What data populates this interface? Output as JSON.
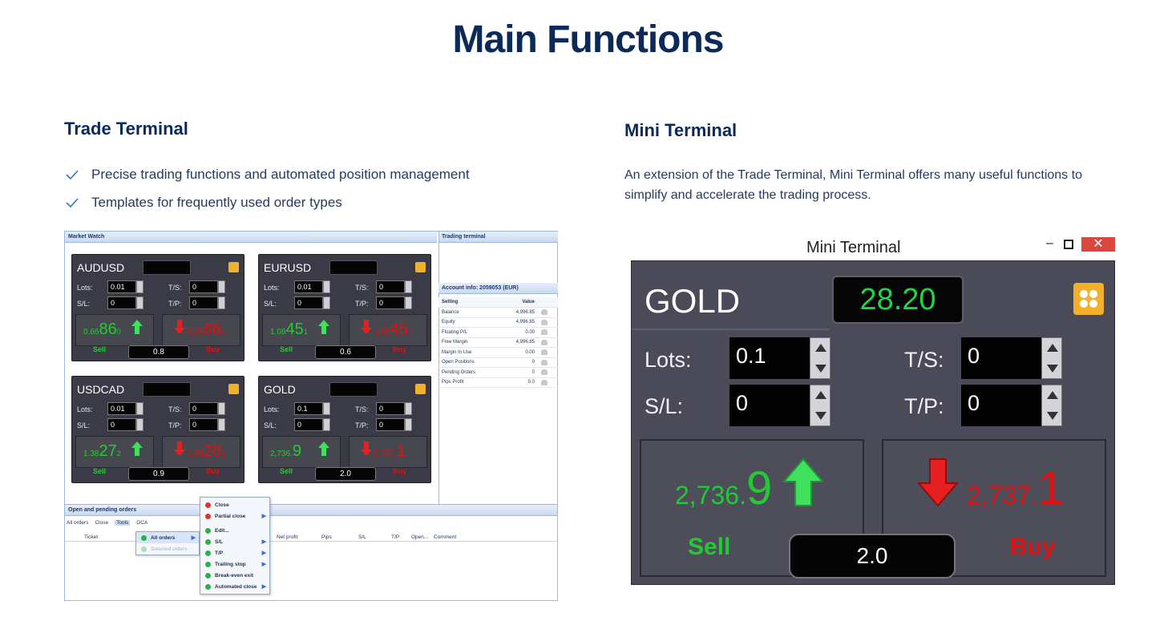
{
  "page": {
    "title": "Main Functions"
  },
  "trade_terminal": {
    "heading": "Trade Terminal",
    "features": [
      "Precise trading functions and automated position management",
      "Templates  for frequently used order types"
    ],
    "screenshot": {
      "market_watch_title": "Market Watch",
      "trading_terminal_title": "Trading terminal",
      "account_info_title": "Account info: 2059053 (EUR)",
      "account_headers": {
        "setting": "Setting",
        "value": "Value"
      },
      "account_rows": [
        {
          "k": "Balance",
          "v": "4,996.85"
        },
        {
          "k": "Equity",
          "v": "4,996.85"
        },
        {
          "k": "Floating P/L",
          "v": "0.00"
        },
        {
          "k": "Free Margin",
          "v": "4,996.85"
        },
        {
          "k": "Margin In Use",
          "v": "0.00"
        },
        {
          "k": "Open Positions",
          "v": "0"
        },
        {
          "k": "Pending Orders",
          "v": "0"
        },
        {
          "k": "Pips Profit",
          "v": "0.0"
        }
      ],
      "labels": {
        "lots": "Lots:",
        "sl": "S/L:",
        "ts": "T/S:",
        "tp": "T/P:",
        "sell": "Sell",
        "buy": "Buy"
      },
      "tiles": [
        {
          "symbol": "AUDUSD",
          "lots": "0.01",
          "sl": "0",
          "ts": "0",
          "tp": "0",
          "qty": "0.8",
          "sell_pre": "0.66",
          "sell_big": "86",
          "sell_post": "0",
          "buy_pre": "0.66",
          "buy_big": "86",
          "buy_post": "8"
        },
        {
          "symbol": "EURUSD",
          "lots": "0.01",
          "sl": "0",
          "ts": "0",
          "tp": "0",
          "qty": "0.6",
          "sell_pre": "1.08",
          "sell_big": "45",
          "sell_post": "1",
          "buy_pre": "1.08",
          "buy_big": "45",
          "buy_post": "7"
        },
        {
          "symbol": "USDCAD",
          "lots": "0.01",
          "sl": "0",
          "ts": "0",
          "tp": "0",
          "qty": "0.9",
          "sell_pre": "1.38",
          "sell_big": "27",
          "sell_post": "2",
          "buy_pre": "1.38",
          "buy_big": "28",
          "buy_post": "1"
        },
        {
          "symbol": "GOLD",
          "lots": "0.1",
          "sl": "0",
          "ts": "0",
          "tp": "0",
          "qty": "2.0",
          "sell_pre": "2,736.",
          "sell_big": "9",
          "sell_post": "",
          "buy_pre": "2,737.",
          "buy_big": "1",
          "buy_post": ""
        }
      ],
      "orders_title": "Open and pending orders",
      "toolbar": [
        "All orders",
        "Close",
        "Tools",
        "OCA"
      ],
      "columns": [
        "Ticket",
        "Net profit",
        "Pips",
        "S/L",
        "T/P",
        "Open...",
        "Comment"
      ],
      "submenu": [
        "All orders",
        "Selected orders"
      ],
      "context_menu": [
        "Close",
        "Partial close",
        "Edit...",
        "S/L",
        "T/P",
        "Trailing stop",
        "Break-even exit",
        "Automated close"
      ]
    }
  },
  "mini_terminal": {
    "heading": "Mini Terminal",
    "description": "An extension of the Trade Terminal, Mini Terminal offers many useful functions to simplify and accelerate the trading process.",
    "window_title": "Mini Terminal",
    "symbol": "GOLD",
    "spread": "28.20",
    "lots_label": "Lots:",
    "lots": "0.1",
    "sl_label": "S/L:",
    "sl": "0",
    "ts_label": "T/S:",
    "ts": "0",
    "tp_label": "T/P:",
    "tp": "0",
    "sell_pre": "2,736.",
    "sell_big": "9",
    "buy_pre": "2,737.",
    "buy_big": "1",
    "sell_label": "Sell",
    "buy_label": "Buy",
    "quantity": "2.0",
    "close_glyph": "✕",
    "minimize_glyph": "–"
  },
  "colors": {
    "heading": "#0c2a57",
    "sell_green": "#22c935",
    "buy_red": "#e11212",
    "icon_gold": "#f3b12b"
  }
}
